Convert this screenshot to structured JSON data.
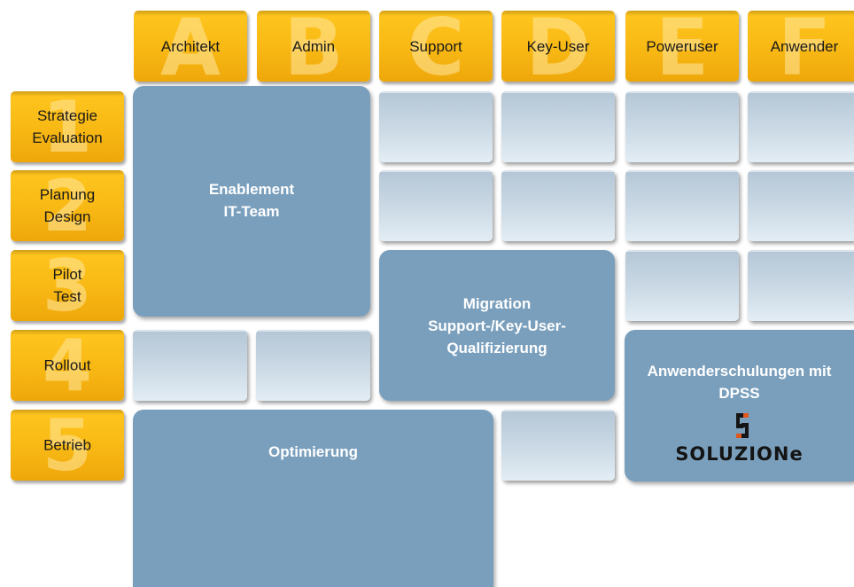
{
  "columns": [
    {
      "letter": "A",
      "label": "Architekt"
    },
    {
      "letter": "B",
      "label": "Admin"
    },
    {
      "letter": "C",
      "label": "Support"
    },
    {
      "letter": "D",
      "label": "Key-User"
    },
    {
      "letter": "E",
      "label": "Poweruser"
    },
    {
      "letter": "F",
      "label": "Anwender"
    }
  ],
  "rows": [
    {
      "number": "1",
      "lines": [
        "Strategie",
        "Evaluation"
      ]
    },
    {
      "number": "2",
      "lines": [
        "Planung",
        "Design"
      ]
    },
    {
      "number": "3",
      "lines": [
        "Pilot",
        "Test"
      ]
    },
    {
      "number": "4",
      "lines": [
        "Rollout"
      ]
    },
    {
      "number": "5",
      "lines": [
        "Betrieb"
      ]
    }
  ],
  "blocks": {
    "enablement": [
      "Enablement",
      "IT-Team"
    ],
    "migration": [
      "Migration",
      "Support-/Key-User-",
      "Qualifizierung"
    ],
    "anwenderschulungen": [
      "Anwenderschulungen mit",
      "DPSS"
    ],
    "optimierung": [
      "Optimierung"
    ]
  },
  "logo": {
    "text": "SOLUZIONe",
    "colors": {
      "dark": "#151515",
      "accent": "#e2571b"
    }
  },
  "colors": {
    "header_yellow": "#f8b814",
    "block_blue": "#7a9fbc",
    "cell_light": "#c9d8e4"
  }
}
